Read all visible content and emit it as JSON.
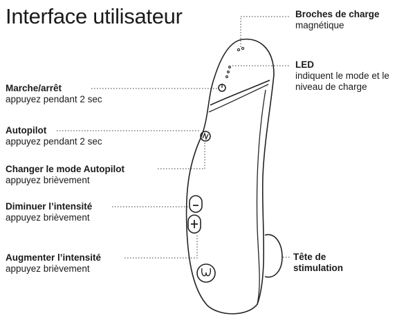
{
  "title": "Interface utilisateur",
  "labels": {
    "charging_pins": {
      "heading": "Broches de charge",
      "sub": "magnétique"
    },
    "led": {
      "heading": "LED",
      "sub1": "indiquent le mode et le",
      "sub2": "niveau de charge"
    },
    "power": {
      "heading": "Marche/arrêt",
      "sub": "appuyez pendant 2 sec"
    },
    "autopilot": {
      "heading": "Autopilot",
      "sub": "appuyez pendant 2 sec"
    },
    "autopilot_mode": {
      "heading": "Changer le mode Autopilot",
      "sub": "appuyez brièvement"
    },
    "decrease": {
      "heading": "Diminuer l’intensité",
      "sub": "appuyez brièvement"
    },
    "increase": {
      "heading": "Augmenter l’intensité",
      "sub": "appuyez brièvement"
    },
    "head": {
      "heading1": "Tête de",
      "heading2": "stimulation"
    }
  }
}
